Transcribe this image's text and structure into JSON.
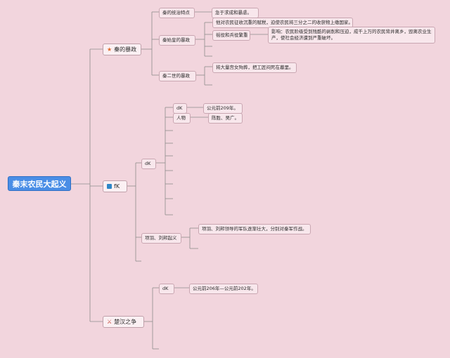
{
  "root": {
    "title": "秦末农民大起义"
  },
  "branch_qin": {
    "label": "秦的暴政",
    "icon": "star-icon",
    "rule_label": "秦的统治特点",
    "rule_detail": "急于求成和暴虐。",
    "first_emperor_label": "秦始皇的暴政",
    "tax_detail": "他对农民征收沉重的赋税，迫使农民将三分之二的收获物上缴国家。",
    "labor_label": "徭役和兵役繁重",
    "impact_detail": "影响：农民阶级受到残酷的剥削和压迫，成千上万的农民背井离乡，毁离农业生产，使社会经济遭到严重破坏。",
    "second_emperor_label": "秦二世的暴政",
    "second_emperor_detail": "将大量宫女殉葬，把工匠闷死在墓里。"
  },
  "branch_uprising": {
    "label": "fK",
    "icon": "square-icon",
    "sub_label": "dK",
    "time_label": "dK",
    "time_value": "公元前209年。",
    "people_label": "人物",
    "people_value": "陈胜、吴广。",
    "xiang_liu_label": "项羽、刘邦起义",
    "xiang_liu_detail": "项羽、刘邦领导的军队逐渐壮大，分别对秦军作战。"
  },
  "branch_chuhan": {
    "label": "楚汉之争",
    "icon": "crossed-swords-icon",
    "time_label": "dK",
    "time_value": "公元前206年—公元前202年。"
  },
  "colors": {
    "background": "#f2d5dd",
    "root": "#4a8ee6",
    "line": "#8c8c8c"
  }
}
